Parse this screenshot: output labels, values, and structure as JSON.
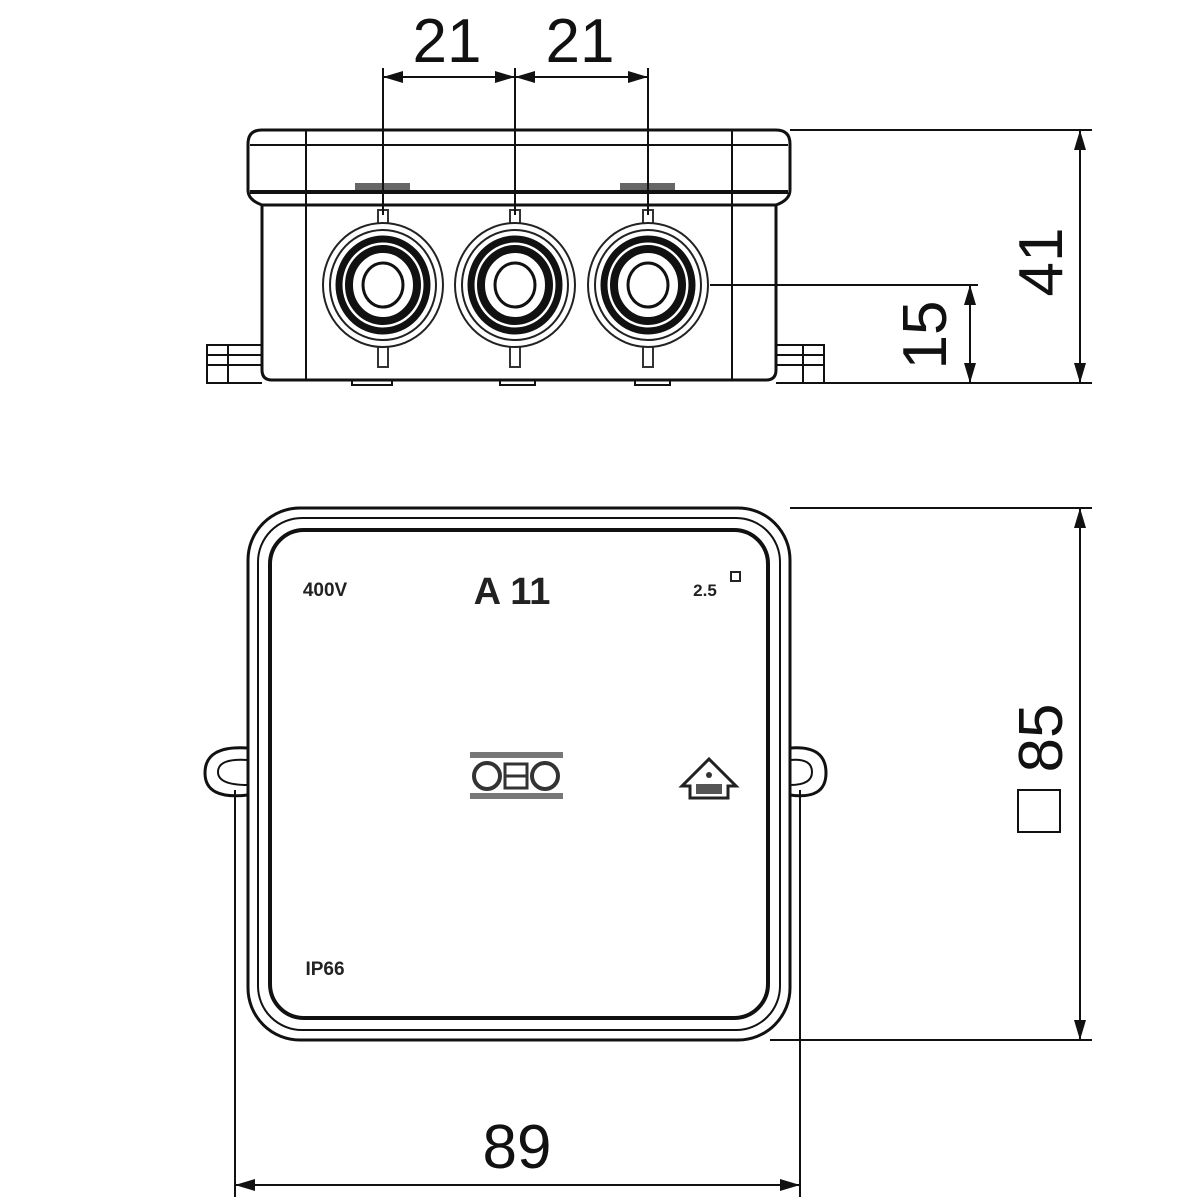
{
  "dimensions": {
    "pitch_left": "21",
    "pitch_right": "21",
    "height_total": "41",
    "gland_height": "15",
    "side_square": "85",
    "width": "89"
  },
  "lid_labels": {
    "voltage": "400V",
    "model": "A 11",
    "cross_section": "2.5",
    "protection": "IP66",
    "logo": "OBO"
  }
}
